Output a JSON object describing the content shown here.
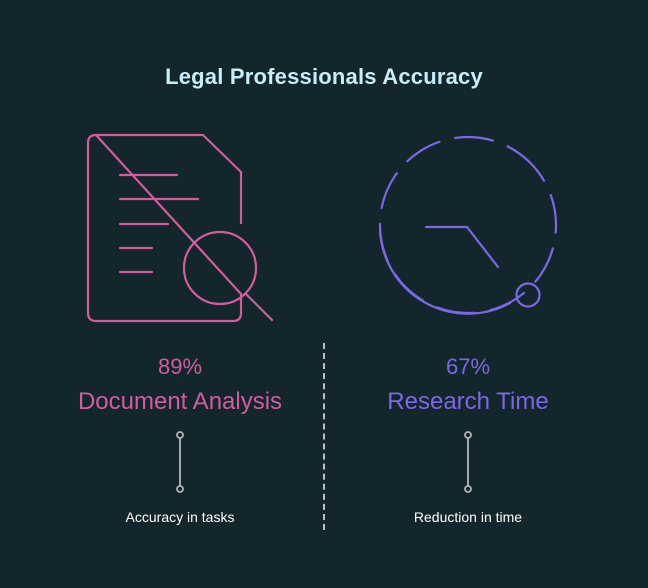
{
  "title": "Legal Professionals Accuracy",
  "colors": {
    "background": "#12262b",
    "title": "#c9ecf6",
    "document": "#d45c9e",
    "research": "#7b68e6",
    "connector": "#b4b4b4"
  },
  "stats": [
    {
      "percent": "89%",
      "label": "Document Analysis",
      "caption": "Accuracy in tasks",
      "icon": "document-magnifier-icon",
      "value": 89
    },
    {
      "percent": "67%",
      "label": "Research Time",
      "caption": "Reduction in time",
      "icon": "clock-timer-icon",
      "value": 67
    }
  ]
}
